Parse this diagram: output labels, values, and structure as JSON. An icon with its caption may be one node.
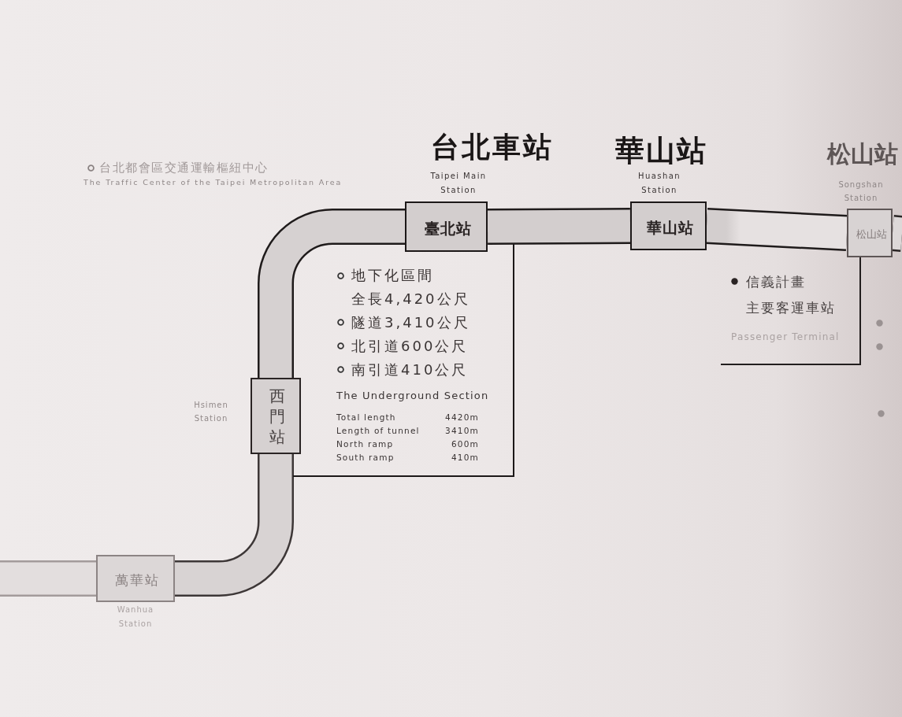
{
  "diagram": {
    "nodes": [
      {
        "text": [
          "台北車站",
          "臺北站"
        ],
        "beside": [
          "Taipei Main Station"
        ]
      },
      {
        "text": [
          "華山站",
          "華山站"
        ],
        "beside": [
          "Huashan Station"
        ]
      },
      {
        "text": [
          "松山站",
          "松山站"
        ],
        "beside": [
          "Songshan Station"
        ]
      },
      {
        "text": [
          "地下化區間全長4,420公尺",
          "隧道3,410公尺",
          "北引道600公尺",
          "南引道410公尺",
          "The Underground Section",
          "Total length",
          "4420m",
          "Length of tunnel",
          "3410m",
          "North ramp",
          "600m",
          "South ramp",
          "410m"
        ]
      },
      {
        "text": [
          "信義計畫主要客運車站",
          "Passenger Terminal"
        ]
      },
      {
        "text": [
          "西門站"
        ],
        "beside": [
          "Hsimen Station"
        ]
      },
      {
        "text": [
          "萬華站"
        ],
        "beside": [
          "Wanhua Station"
        ]
      }
    ],
    "edges": [
      {
        "from": null,
        "to": 6,
        "arrow": "none",
        "color": "#a39b9b"
      },
      {
        "from": 6,
        "to": 5,
        "arrow": "none"
      },
      {
        "from": 5,
        "to": 0,
        "arrow": "none"
      },
      {
        "from": 0,
        "to": 1,
        "arrow": "none"
      },
      {
        "from": 1,
        "to": 2,
        "arrow": "none"
      },
      {
        "from": 2,
        "to": null,
        "arrow": "none"
      }
    ],
    "labels": [
      "台北都會區交通運輸樞紐中心",
      "The Traffic Center of the Taipei Metropolitan Area"
    ]
  }
}
